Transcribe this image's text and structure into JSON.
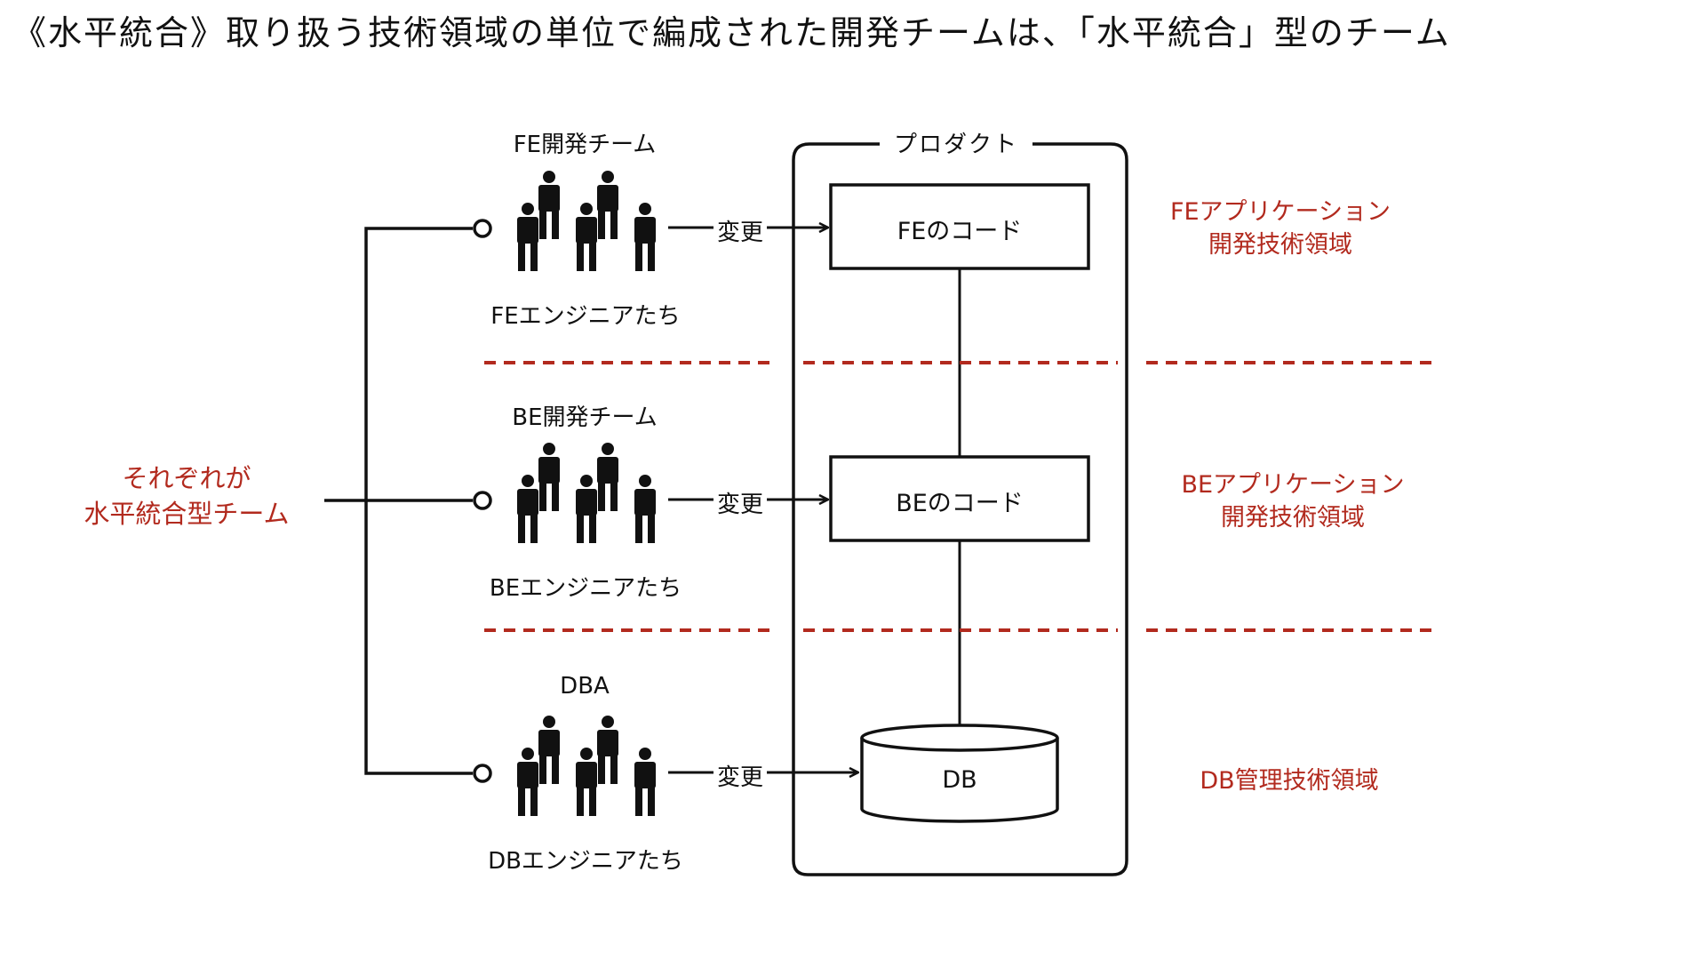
{
  "title": "《水平統合》取り扱う技術領域の単位で編成された開発チームは、「水平統合」型のチーム",
  "side_label": [
    "それぞれが",
    "水平統合型チーム"
  ],
  "product_label": "プロダクト",
  "change_label": "変更",
  "teams": [
    {
      "name": "FE開発チーム",
      "members": "FEエンジニアたち"
    },
    {
      "name": "BE開発チーム",
      "members": "BEエンジニアたち"
    },
    {
      "name": "DBA",
      "members": "DBエンジニアたち"
    }
  ],
  "components": [
    "FEのコード",
    "BEのコード",
    "DB"
  ],
  "domains": [
    [
      "FEアプリケーション",
      "開発技術領域"
    ],
    [
      "BEアプリケーション",
      "開発技術領域"
    ],
    [
      "DB管理技術領域"
    ]
  ],
  "colors": {
    "accent": "#b22a1e",
    "ink": "#111111",
    "background": "#ffffff"
  },
  "icons": [
    "person-group-icon"
  ]
}
